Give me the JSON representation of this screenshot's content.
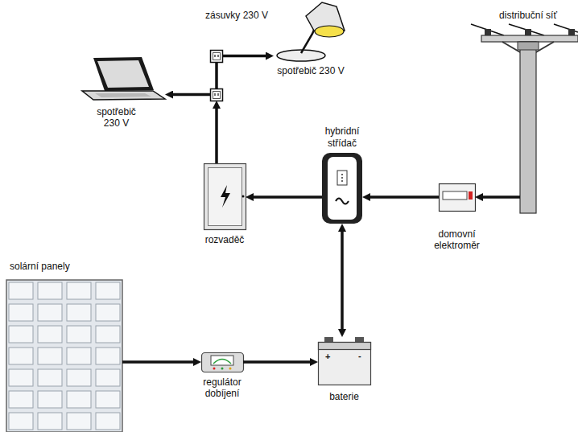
{
  "diagram": {
    "nodes": [
      {
        "text": [
          "zásuvky 230 V"
        ]
      },
      {
        "text": [
          "spotřebič 230 V"
        ]
      },
      {
        "text": [
          "spotřebič 230 V"
        ]
      },
      {
        "text": [
          "distribuční síť"
        ]
      },
      {
        "text": [
          "hybridní střídač"
        ]
      },
      {
        "text": [
          "rozvaděč"
        ]
      },
      {
        "text": [
          "domovní elektroměr"
        ]
      },
      {
        "text": [
          "solární panely"
        ]
      },
      {
        "text": [
          "regulátor dobíjení"
        ]
      },
      {
        "text": [
          "baterie"
        ]
      }
    ],
    "edges": [
      {
        "from": 7,
        "to": 8,
        "arrow": "to"
      },
      {
        "from": 8,
        "to": 9,
        "arrow": "to"
      },
      {
        "from": 9,
        "to": 4,
        "arrow": "both"
      },
      {
        "from": 3,
        "to": 6,
        "arrow": "to"
      },
      {
        "from": 6,
        "to": 4,
        "arrow": "to"
      },
      {
        "from": 4,
        "to": 5,
        "arrow": "to"
      },
      {
        "from": 5,
        "to": 0,
        "arrow": "to"
      },
      {
        "from": 0,
        "to": 1,
        "arrow": "to"
      },
      {
        "from": 0,
        "to": 2,
        "arrow": "to"
      }
    ],
    "labels": [
      "+",
      "-"
    ]
  }
}
